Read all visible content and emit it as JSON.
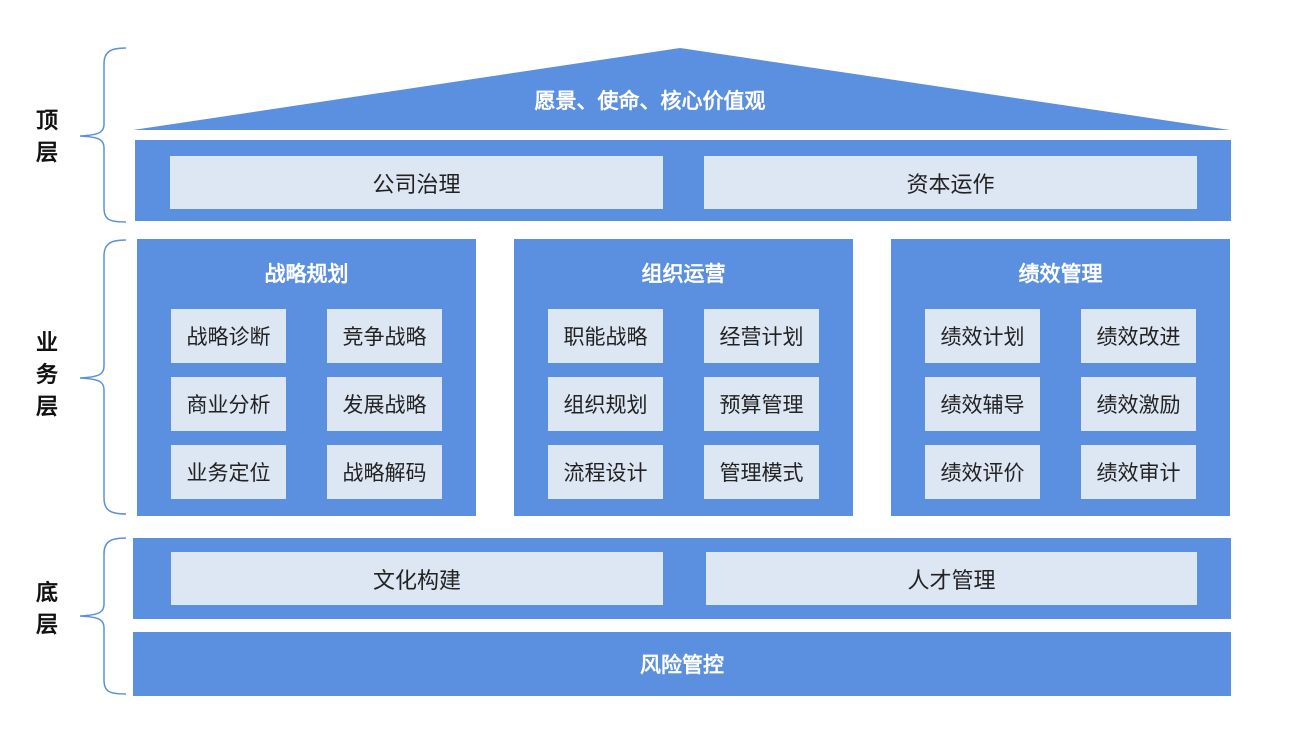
{
  "top_layer": {
    "label_chars": [
      "顶",
      "层"
    ],
    "roof": "愿景、使命、核心价值观",
    "boxes": [
      "公司治理",
      "资本运作"
    ]
  },
  "business_layer": {
    "label_chars": [
      "业",
      "务",
      "层"
    ],
    "panels": [
      {
        "title": "战略规划",
        "items": [
          "战略诊断",
          "竞争战略",
          "商业分析",
          "发展战略",
          "业务定位",
          "战略解码"
        ]
      },
      {
        "title": "组织运营",
        "items": [
          "职能战略",
          "经营计划",
          "组织规划",
          "预算管理",
          "流程设计",
          "管理模式"
        ]
      },
      {
        "title": "绩效管理",
        "items": [
          "绩效计划",
          "绩效改进",
          "绩效辅导",
          "绩效激励",
          "绩效评价",
          "绩效审计"
        ]
      }
    ]
  },
  "bottom_layer": {
    "label_chars": [
      "底",
      "层"
    ],
    "boxes": [
      "文化构建",
      "人才管理"
    ],
    "foundation": "风险管控"
  },
  "colors": {
    "primary_blue": "#5b8fe0",
    "light_box": "#dde6f3"
  }
}
